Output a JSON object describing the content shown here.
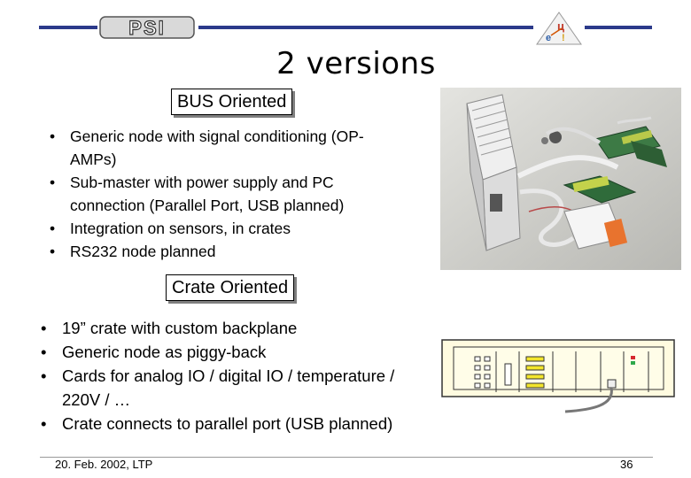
{
  "header": {
    "title": "2 versions",
    "rule_color": "#2b3a8a",
    "logo_left": "PSI",
    "logo_right_icon": "institute-emblem-icon"
  },
  "bus_section": {
    "label": "BUS Oriented",
    "bullets": [
      "Generic node with signal conditioning (OP-AMPs)",
      "Sub-master with power supply and PC connection (Parallel Port, USB planned)",
      "Integration on sensors, in crates",
      "RS232 node planned"
    ]
  },
  "crate_section": {
    "label": "Crate Oriented",
    "bullets": [
      "19” crate with custom backplane",
      "Generic node as piggy-back",
      "Cards for analog IO / digital IO / temperature / 220V / …",
      "Crate connects to parallel port (USB planned)"
    ]
  },
  "footer": {
    "date": "20. Feb. 2002, LTP",
    "page": "36"
  }
}
